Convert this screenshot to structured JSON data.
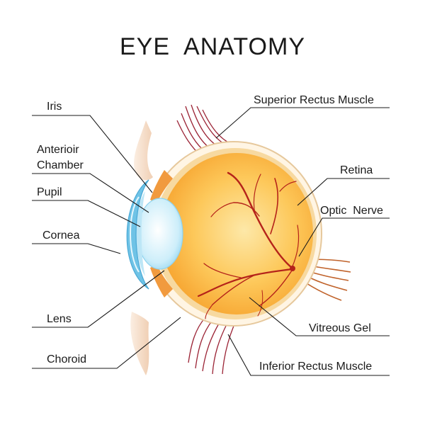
{
  "title": "EYE  ANATOMY",
  "labels": {
    "iris": "Iris",
    "anterior_chamber_1": "Anterioir",
    "anterior_chamber_2": "Chamber",
    "pupil": "Pupil",
    "cornea": "Cornea",
    "lens": "Lens",
    "choroid": "Choroid",
    "superior_rectus": "Superior Rectus Muscle",
    "retina": "Retina",
    "optic_nerve": "Optic  Nerve",
    "vitreous_gel": "Vitreous Gel",
    "inferior_rectus": "Inferior Rectus Muscle"
  },
  "colors": {
    "vitreous": "#fbb63c",
    "vitreous_light": "#fde29a",
    "sclera": "#fff6e6",
    "cornea": "#6fc3e6",
    "lens": "#cfeefa",
    "iris": "#f19a3e",
    "skin": "#f6dcc6",
    "muscle": "#a3243b",
    "vessel": "#b5231a"
  }
}
